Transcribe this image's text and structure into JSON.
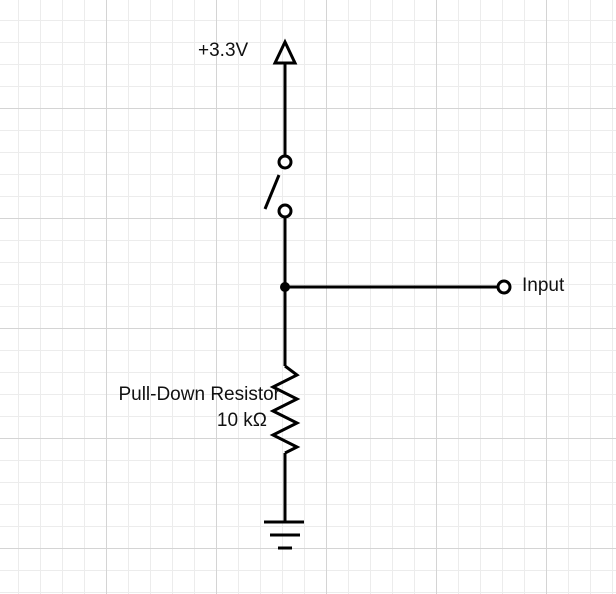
{
  "diagram": {
    "supply_label": "+3.3V",
    "input_label": "Input",
    "resistor_name": "Pull-Down Resistor",
    "resistor_value": "10 kΩ"
  }
}
